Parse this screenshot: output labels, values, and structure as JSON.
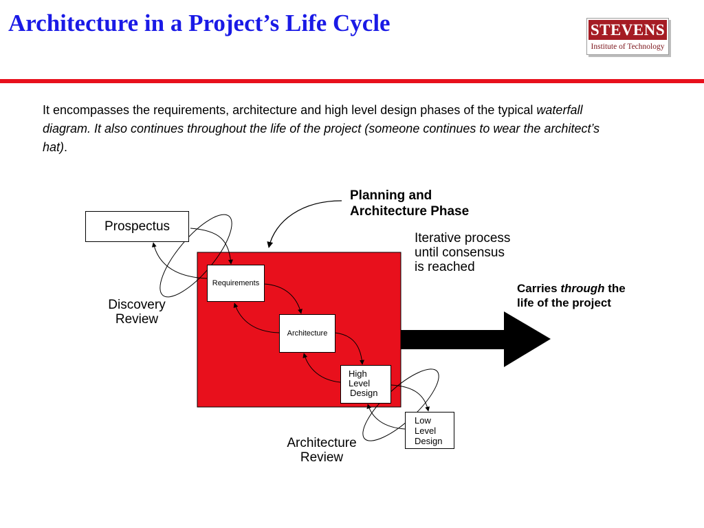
{
  "slide": {
    "title": "Architecture in a Project’s Life Cycle",
    "logo": {
      "name": "STEVENS",
      "subtitle": "Institute of Technology"
    },
    "intro": {
      "part1": "It encompasses the requirements, architecture and high level design phases of the typical ",
      "part2_italic": "waterfall diagram. It also continues throughout the life of the project (someone continues to wear the architect’s hat)",
      "part3": "."
    }
  },
  "diagram": {
    "prospectus": "Prospectus",
    "discovery_review": [
      "Discovery",
      "Review"
    ],
    "planning_phase": [
      "Planning and",
      "Architecture Phase"
    ],
    "iterative": [
      "Iterative process",
      "until consensus",
      "is reached"
    ],
    "carries": {
      "pre": "Carries ",
      "italic": "through",
      "post": " the",
      "line2": "life of the project"
    },
    "requirements": "Requirements",
    "architecture": "Architecture",
    "high_level_design": [
      "High",
      "Level",
      "Design"
    ],
    "low_level_design": [
      "Low",
      "Level",
      "Design"
    ],
    "architecture_review": [
      "Architecture",
      "Review"
    ]
  },
  "colors": {
    "title": "#1a1ae6",
    "accent_red": "#e8101c",
    "logo_red": "#a51c24"
  }
}
